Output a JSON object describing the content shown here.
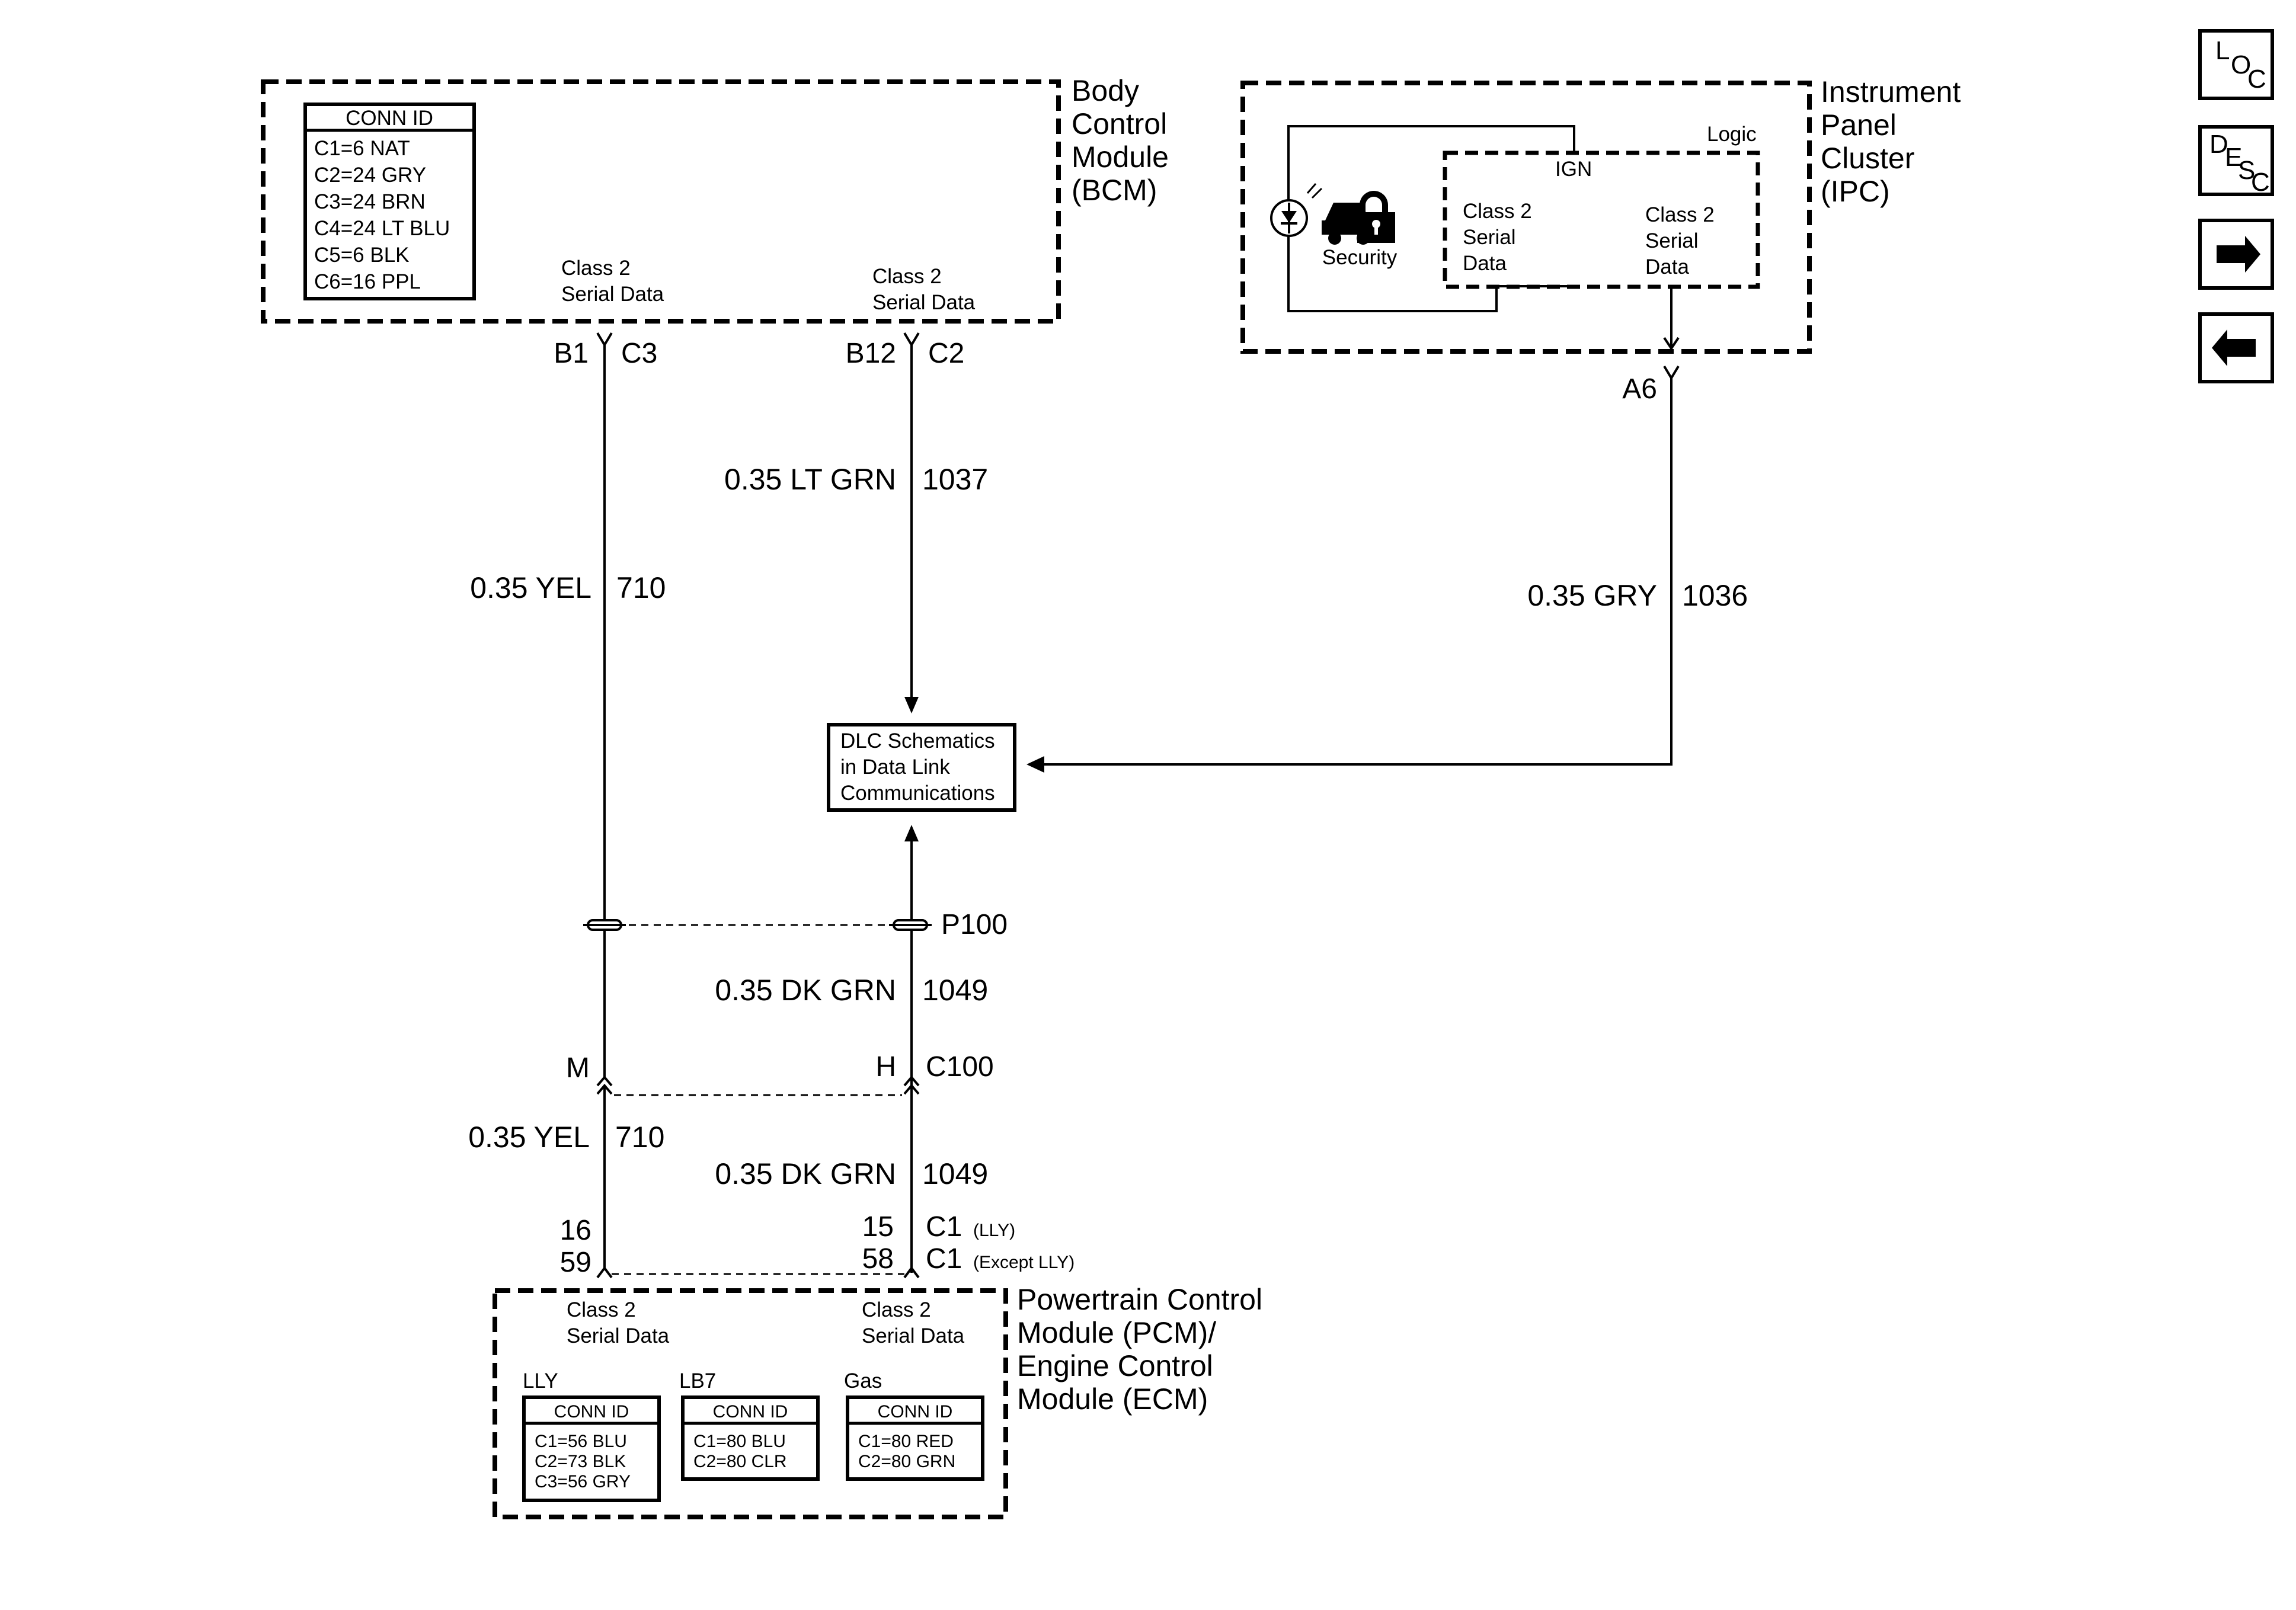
{
  "bcm": {
    "name_lines": [
      "Body",
      "Control",
      "Module",
      "(BCM)"
    ],
    "conn_id": {
      "title": "CONN ID",
      "rows": [
        "C1=6 NAT",
        "C2=24 GRY",
        "C3=24 BRN",
        "C4=24 LT BLU",
        "C5=6 BLK",
        "C6=16 PPL"
      ]
    },
    "serial_left": [
      "Class 2",
      "Serial Data"
    ],
    "serial_right": [
      "Class 2",
      "Serial Data"
    ],
    "pin_left_a": "B1",
    "pin_left_b": "C3",
    "pin_right_a": "B12",
    "pin_right_b": "C2"
  },
  "ipc": {
    "name_lines": [
      "Instrument",
      "Panel",
      "Cluster",
      "(IPC)"
    ],
    "logic_label": "Logic",
    "ign_label": "IGN",
    "security_label": "Security",
    "serial_left": [
      "Class 2",
      "Serial",
      "Data"
    ],
    "serial_right": [
      "Class 2",
      "Serial",
      "Data"
    ],
    "pin": "A6"
  },
  "wires": {
    "bcm_left": {
      "size_color": "0.35 YEL",
      "circuit": "710"
    },
    "bcm_right": {
      "size_color": "0.35 LT GRN",
      "circuit": "1037"
    },
    "ipc": {
      "size_color": "0.35 GRY",
      "circuit": "1036"
    },
    "p100_right": {
      "size_color": "0.35 DK GRN",
      "circuit": "1049"
    },
    "pcm_left": {
      "size_color": "0.35 YEL",
      "circuit": "710"
    },
    "pcm_right": {
      "size_color": "0.35 DK GRN",
      "circuit": "1049"
    }
  },
  "dlc": {
    "lines": [
      "DLC Schematics",
      "in Data Link",
      "Communications"
    ]
  },
  "splice": {
    "label": "P100"
  },
  "c100": {
    "left_pin": "M",
    "right_pin": "H",
    "label": "C100"
  },
  "pcm": {
    "name_lines": [
      "Powertrain Control",
      "Module (PCM)/",
      "Engine Control",
      "Module (ECM)"
    ],
    "left_pins": [
      "16",
      "59"
    ],
    "right_pins": [
      "15",
      "58"
    ],
    "right_conn": [
      {
        "conn": "C1",
        "note": "(LLY)"
      },
      {
        "conn": "C1",
        "note": "(Except LLY)"
      }
    ],
    "serial_left": [
      "Class 2",
      "Serial Data"
    ],
    "serial_right": [
      "Class 2",
      "Serial Data"
    ],
    "conn_tables": [
      {
        "variant": "LLY",
        "title": "CONN ID",
        "rows": [
          "C1=56 BLU",
          "C2=73 BLK",
          "C3=56 GRY"
        ]
      },
      {
        "variant": "LB7",
        "title": "CONN ID",
        "rows": [
          "C1=80 BLU",
          "C2=80 CLR"
        ]
      },
      {
        "variant": "Gas",
        "title": "CONN ID",
        "rows": [
          "C1=80 RED",
          "C2=80 GRN"
        ]
      }
    ]
  },
  "nav": {
    "loc": {
      "big": "L",
      "mid": "O",
      "small": "C"
    },
    "desc": {
      "big": "D",
      "mid": "E",
      "mid2": "S",
      "small": "C"
    },
    "next_icon": "arrow-right-icon",
    "prev_icon": "arrow-left-icon"
  }
}
